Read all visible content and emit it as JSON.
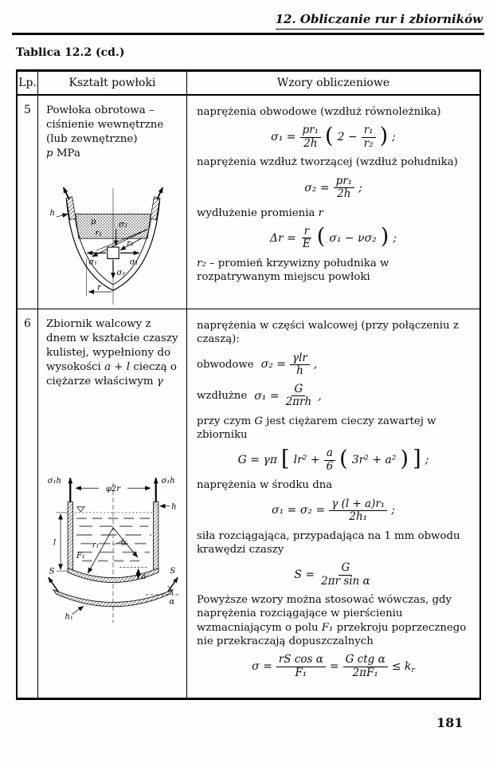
{
  "header": {
    "chapter": "12. Obliczanie rur i zbiorników"
  },
  "caption": "Tablica 12.2 (cd.)",
  "columns": {
    "lp": "Lp.",
    "shape": "Kształt powłoki",
    "formulas": "Wzory obliczeniowe"
  },
  "row5": {
    "lp": "5",
    "desc": "Powłoka obrotowa – ciśnienie wewnętrzne (lub zewnętrzne)",
    "desc_var": "p",
    "desc_unit": "MPa",
    "labels": {
      "l1": "naprężenia obwodowe (wzdłuż równoleżnika)",
      "l2": "naprężenia wzdłuż tworzącej (wzdłuż południka)",
      "l3": "wydłużenie promienia",
      "l3_var": "r",
      "note_var": "r₂",
      "note": "– promień krzywizny południka w rozpatrywanym miejscu powłoki"
    },
    "f1": {
      "lhs": "σ₁ =",
      "num": "pr₁",
      "den": "2h",
      "open": "(",
      "mid": "2 −",
      "num2": "r₁",
      "den2": "r₂",
      "close": ")",
      "end": ";"
    },
    "f2": {
      "lhs": "σ₂ =",
      "num": "pr₁",
      "den": "2h",
      "end": ";"
    },
    "f3": {
      "lhs": "Δr =",
      "num": "r",
      "den": "E",
      "open": "(",
      "inner": "σ₁ − νσ₂",
      "close": ")",
      "end": ";"
    },
    "diagram": {
      "h": "h",
      "p": "p",
      "r1": "r₁",
      "r2": "r₂",
      "s1l": "σ₁",
      "s1r": "σ₁",
      "s2t": "σ₂",
      "s2b": "σ₂",
      "r": "r"
    }
  },
  "row6": {
    "lp": "6",
    "desc1": "Zbiornik walcowy z dnem w kształcie czaszy kulistej, wypełniony do wysokości",
    "desc_var1": "a + l",
    "desc2": "cieczą o ciężarze właściwym",
    "desc_var2": "γ",
    "labels": {
      "l1": "naprężenia w części walcowej (przy połączeniu z czaszą):",
      "obw": "obwodowe",
      "wzd": "wzdłużne",
      "g1": "przy czym",
      "g_var": "G",
      "g2": "jest ciężarem cieczy zawartej w zbiorniku",
      "dna": "naprężenia w środku dna",
      "sila": "siła rozciągająca, przypadająca na 1 mm obwodu krawędzi czaszy",
      "pow1": "Powyższe wzory można stosować wówczas, gdy naprężenia rozciągające w pierścieniu wzmacniającym o polu",
      "pow_var": "F₁",
      "pow2": "przekroju poprzecznego nie przekraczają dopuszczalnych"
    },
    "fo": {
      "lhs": "σ₂ =",
      "num": "γlr",
      "den": "h",
      "end": ","
    },
    "fw": {
      "lhs": "σ₁ =",
      "num": "G",
      "den": "2πrh",
      "end": ","
    },
    "fg": {
      "lhs": "G = γπ",
      "open": "[",
      "t1": "lr² +",
      "num": "a",
      "den": "6",
      "popen": "(",
      "inner": "3r² + a²",
      "pclose": ")",
      "close": "]",
      "end": ";"
    },
    "fd": {
      "lhs": "σ₁ = σ₂ =",
      "num": "γ (l + a)r₁",
      "den": "2h₁",
      "end": ";"
    },
    "fs": {
      "lhs": "S =",
      "num": "G",
      "den": "2πr sin α"
    },
    "fk": {
      "lhs": "σ =",
      "num1": "rS cos α",
      "den1": "F₁",
      "eq": "=",
      "num2": "G ctg α",
      "den2": "2πF₁",
      "le": "≤ k",
      "sub": "r"
    },
    "diagram": {
      "s1h_l": "σ₁h",
      "phi": "φ2r",
      "s1h_r": "σ₁h",
      "h": "h",
      "l": "l",
      "r1": "r₁",
      "alpha": "α",
      "f1": "F₁",
      "a": "a",
      "s_l": "S",
      "s_r": "S",
      "alpha2": "α",
      "h1": "h₁"
    }
  },
  "footer": {
    "page_number": "181"
  }
}
